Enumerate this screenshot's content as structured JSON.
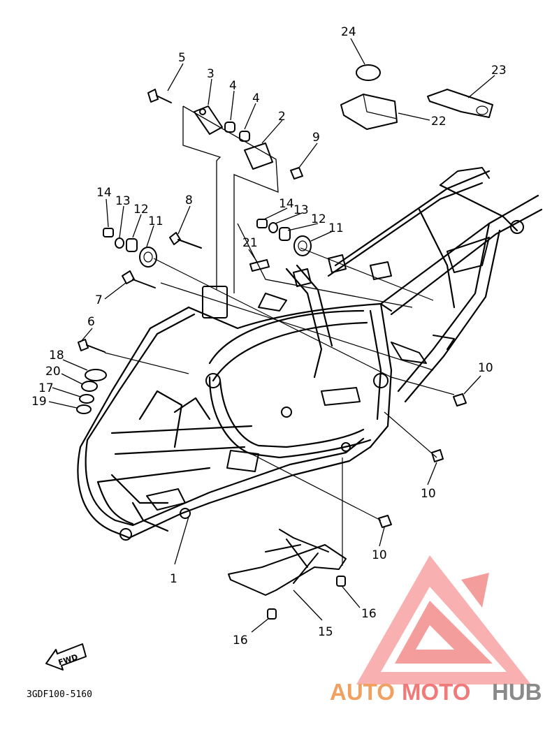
{
  "diagram": {
    "part_code": "3GDF100-5160",
    "fwd_label": "FWD",
    "callouts": {
      "c1": "1",
      "c2": "2",
      "c3": "3",
      "c4a": "4",
      "c4b": "4",
      "c5": "5",
      "c6": "6",
      "c7": "7",
      "c8": "8",
      "c9": "9",
      "c10a": "10",
      "c10b": "10",
      "c10c": "10",
      "c11a": "11",
      "c11b": "11",
      "c12a": "12",
      "c12b": "12",
      "c13a": "13",
      "c13b": "13",
      "c14a": "14",
      "c14b": "14",
      "c15": "15",
      "c16a": "16",
      "c16b": "16",
      "c17": "17",
      "c18": "18",
      "c19": "19",
      "c20": "20",
      "c21": "21",
      "c22": "22",
      "c23": "23",
      "c24": "24"
    }
  },
  "watermark": {
    "part1": "AUTO",
    "part2": "MOTO",
    "part3": "HUB",
    "colors": {
      "auto": "#f0a060",
      "moto": "#f07a7a",
      "hub": "#8a8a8a",
      "logo": "#f07a7a"
    }
  }
}
